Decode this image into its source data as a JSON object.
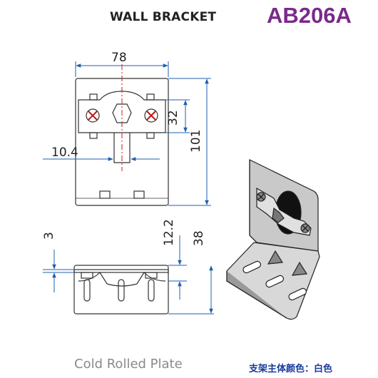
{
  "header": {
    "title": "WALL BRACKET",
    "model_code": "AB206A"
  },
  "dimensions": {
    "width": "78",
    "hole_spacing": "32",
    "height": "101",
    "slot_offset": "10.4",
    "thickness": "3",
    "flange_offset": "12.2",
    "depth": "38"
  },
  "footer": {
    "material": "Cold Rolled Plate",
    "color_note": "支架主体颜色：白色"
  },
  "colors": {
    "model_code": "#7a2a8a",
    "color_note": "#1a3a9a",
    "dimension_line": "#1f5fb0",
    "center_line": "#d01818",
    "outline": "#333333"
  }
}
